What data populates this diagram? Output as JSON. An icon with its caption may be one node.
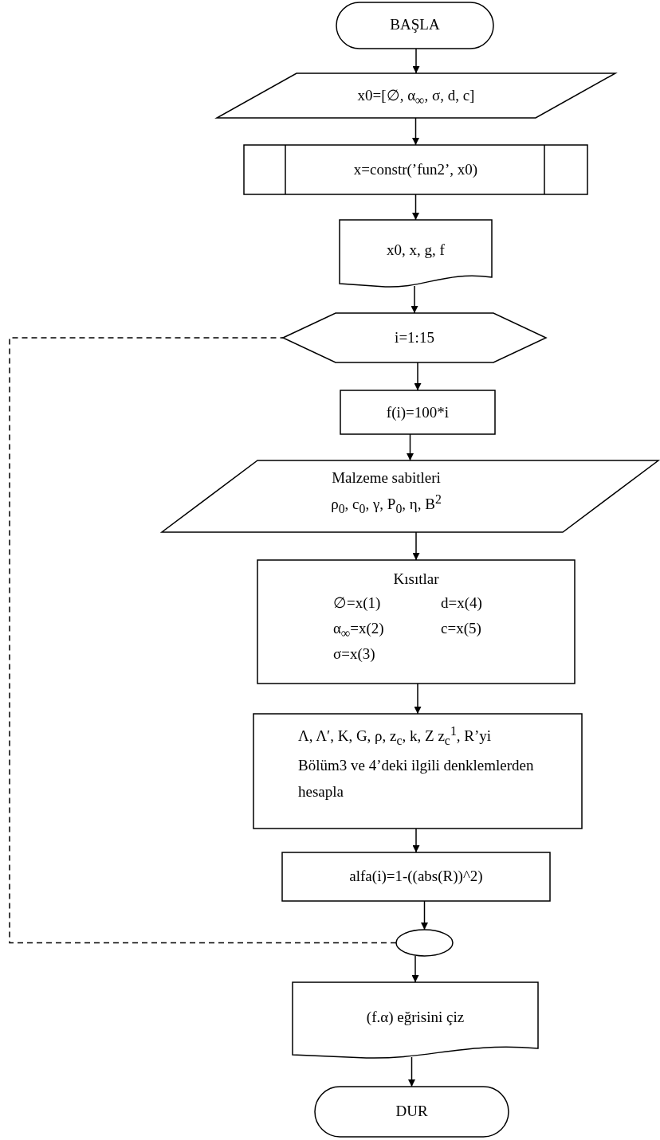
{
  "diagram": {
    "nodes": [
      {
        "text": [
          "BAŞLA"
        ]
      },
      {
        "text": [
          "x0=[∅, α$_{∞}$, σ, d, c]"
        ]
      },
      {
        "text": [
          "x=constr(’fun2’, x0)"
        ]
      },
      {
        "text": [
          "x0, x, g, f"
        ]
      },
      {
        "text": [
          "i=1:15"
        ]
      },
      {
        "text": [
          "f(i)=100*i"
        ]
      },
      {
        "text": [
          "Malzeme sabitleri",
          "ρ$_{0}$, c$_{0}$, γ, P$_{0}$, η, B$^{2}$"
        ]
      },
      {
        "text": [
          "Kısıtlar",
          "∅=x(1)",
          "d=x(4)",
          "α$_{∞}$=x(2)",
          "c=x(5)",
          "σ=x(3)"
        ]
      },
      {
        "text": [
          "Λ, Λ′, K, G, ρ, z$_{c}$, k, Z z$_{c}$$^{1}$, R’yi Bölüm3 ve 4’deki ilgili denklemlerden hesapla"
        ]
      },
      {
        "text": [
          "alfa(i)=1-((abs(R))^2)"
        ]
      },
      {
        "text": [],
        "shape": "ellipse"
      },
      {
        "text": [
          "(f.α) eğrisini çiz"
        ]
      },
      {
        "text": [
          "DUR"
        ]
      }
    ],
    "edges": [
      {
        "from": 0,
        "to": 1,
        "arrow": "to"
      },
      {
        "from": 1,
        "to": 2,
        "arrow": "to"
      },
      {
        "from": 2,
        "to": 3,
        "arrow": "to"
      },
      {
        "from": 3,
        "to": 4,
        "arrow": "to"
      },
      {
        "from": 4,
        "to": 5,
        "arrow": "to"
      },
      {
        "from": 5,
        "to": 6,
        "arrow": "to"
      },
      {
        "from": 6,
        "to": 7,
        "arrow": "to"
      },
      {
        "from": 7,
        "to": 8,
        "arrow": "to"
      },
      {
        "from": 8,
        "to": 9,
        "arrow": "to"
      },
      {
        "from": 9,
        "to": 10,
        "arrow": "to"
      },
      {
        "from": 10,
        "to": 11,
        "arrow": "to"
      },
      {
        "from": 11,
        "to": 12,
        "arrow": "to"
      },
      {
        "from": 10,
        "to": 4,
        "arrow": "none",
        "style": "dashed"
      }
    ]
  }
}
